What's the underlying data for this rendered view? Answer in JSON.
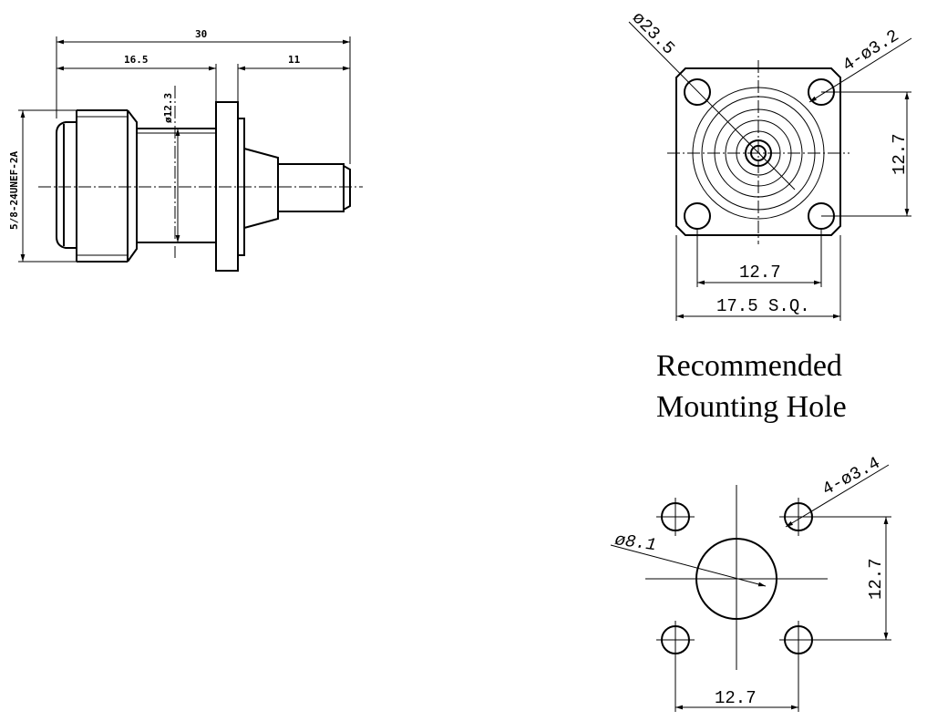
{
  "side_view": {
    "dim_total_length": "30",
    "dim_body_length": "16.5",
    "dim_pin_length": "11",
    "dim_body_diameter": "ø12.3",
    "dim_thread": "5/8-24UNEF-2A"
  },
  "front_view": {
    "dim_flange_diameter": "ø23.5",
    "dim_mount_holes": "4-ø3.2",
    "dim_hole_spacing_vertical": "12.7",
    "dim_hole_spacing_horizontal": "12.7",
    "dim_square": "17.5 S.Q."
  },
  "mounting_hole": {
    "title_line1": "Recommended",
    "title_line2": "Mounting  Hole",
    "dim_holes": "4-ø3.4",
    "dim_center_hole": "ø8.1",
    "dim_spacing_vertical": "12.7",
    "dim_spacing_horizontal": "12.7"
  }
}
